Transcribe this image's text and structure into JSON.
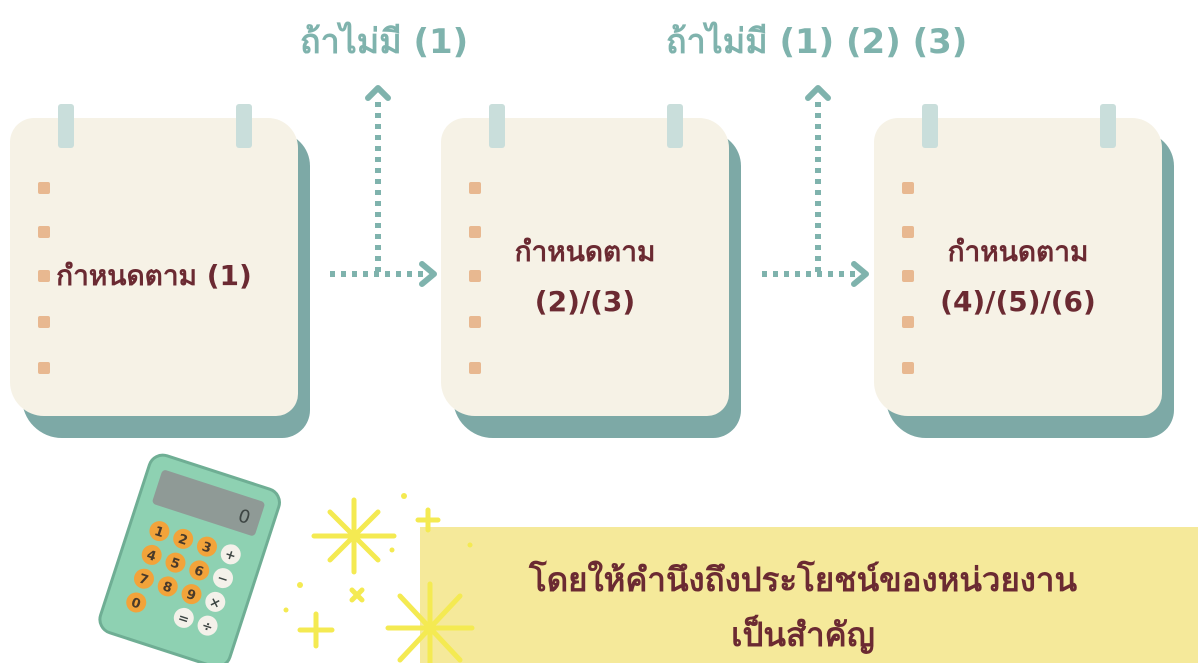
{
  "conditions": {
    "first": "ถ้าไม่มี (1)",
    "second": "ถ้าไม่มี (1) (2) (3)"
  },
  "notes": [
    {
      "line1": "กำหนดตาม (1)",
      "line2": ""
    },
    {
      "line1": "กำหนดตาม",
      "line2": "(2)/(3)"
    },
    {
      "line1": "กำหนดตาม",
      "line2": "(4)/(5)/(6)"
    }
  ],
  "footer": {
    "line1": "โดยให้คำนึงถึงประโยชน์ของหน่วยงาน",
    "line2": "เป็นสำคัญ"
  },
  "calculator": {
    "display": "0",
    "keys": [
      "1",
      "2",
      "3",
      "+",
      "4",
      "5",
      "6",
      "−",
      "7",
      "8",
      "9",
      "×",
      "0",
      "=",
      "÷"
    ]
  },
  "colors": {
    "accent_teal": "#7fb3ad",
    "note_shadow": "#7da9a6",
    "paper": "#f6f2e6",
    "text_dark": "#6b2a32",
    "highlight": "#f5e99a",
    "sparkle": "#f4ea52"
  },
  "icons": [
    "calculator-icon",
    "sparkle-icon",
    "arrow-right-icon",
    "arrow-up-icon"
  ]
}
